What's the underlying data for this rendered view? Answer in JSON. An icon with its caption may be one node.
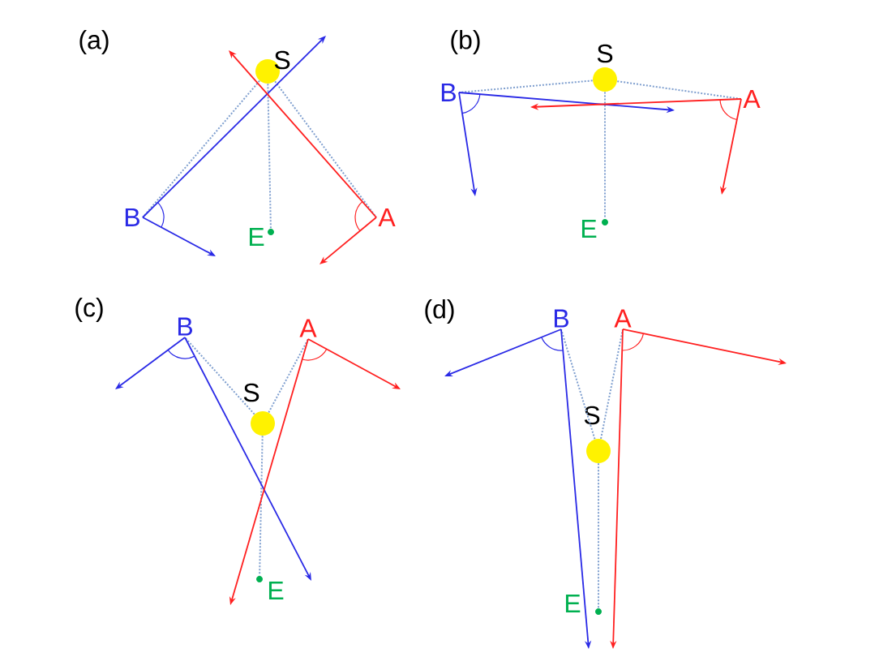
{
  "diagram": {
    "nodes": [
      {
        "text": [],
        "shape": "circle",
        "beside": [
          "S"
        ]
      },
      {
        "text": [
          "B"
        ]
      },
      {
        "text": [
          "A"
        ]
      },
      {
        "text": [],
        "shape": "circle",
        "beside": [
          "E"
        ]
      },
      {
        "text": [],
        "shape": "circle",
        "beside": [
          "S"
        ]
      },
      {
        "text": [
          "B"
        ]
      },
      {
        "text": [
          "A"
        ]
      },
      {
        "text": [],
        "shape": "circle",
        "beside": [
          "E"
        ]
      },
      {
        "text": [],
        "shape": "circle",
        "beside": [
          "S"
        ]
      },
      {
        "text": [
          "B"
        ]
      },
      {
        "text": [
          "A"
        ]
      },
      {
        "text": [],
        "shape": "circle",
        "beside": [
          "E"
        ]
      },
      {
        "text": [],
        "shape": "circle",
        "beside": [
          "S"
        ]
      },
      {
        "text": [
          "B"
        ]
      },
      {
        "text": [
          "A"
        ]
      },
      {
        "text": [],
        "shape": "circle",
        "beside": [
          "E"
        ]
      }
    ],
    "edges": [
      {
        "from": 0,
        "to": 1,
        "arrow": "none",
        "style": "dashed",
        "color": "#7f9fcf"
      },
      {
        "from": 0,
        "to": 2,
        "arrow": "none",
        "style": "dashed",
        "color": "#7f9fcf"
      },
      {
        "from": 0,
        "to": 3,
        "arrow": "none",
        "style": "dashed",
        "color": "#7f9fcf"
      },
      {
        "from": 1,
        "to": null,
        "arrow": "to",
        "color": "#2a2ae6"
      },
      {
        "from": 1,
        "to": null,
        "arrow": "to",
        "color": "#2a2ae6"
      },
      {
        "from": 2,
        "to": null,
        "arrow": "to",
        "color": "#ff2020"
      },
      {
        "from": 2,
        "to": null,
        "arrow": "to",
        "color": "#ff2020"
      },
      {
        "from": 4,
        "to": 5,
        "arrow": "none",
        "style": "dashed",
        "color": "#7f9fcf"
      },
      {
        "from": 4,
        "to": 6,
        "arrow": "none",
        "style": "dashed",
        "color": "#7f9fcf"
      },
      {
        "from": 4,
        "to": 7,
        "arrow": "none",
        "style": "dashed",
        "color": "#7f9fcf"
      },
      {
        "from": 5,
        "to": null,
        "arrow": "to",
        "color": "#2a2ae6"
      },
      {
        "from": 5,
        "to": null,
        "arrow": "to",
        "color": "#2a2ae6"
      },
      {
        "from": 6,
        "to": null,
        "arrow": "to",
        "color": "#ff2020"
      },
      {
        "from": 6,
        "to": null,
        "arrow": "to",
        "color": "#ff2020"
      },
      {
        "from": 8,
        "to": 9,
        "arrow": "none",
        "style": "dashed",
        "color": "#7f9fcf"
      },
      {
        "from": 8,
        "to": 10,
        "arrow": "none",
        "style": "dashed",
        "color": "#7f9fcf"
      },
      {
        "from": 8,
        "to": 11,
        "arrow": "none",
        "style": "dashed",
        "color": "#7f9fcf"
      },
      {
        "from": 9,
        "to": null,
        "arrow": "to",
        "color": "#2a2ae6"
      },
      {
        "from": 9,
        "to": null,
        "arrow": "to",
        "color": "#2a2ae6"
      },
      {
        "from": 10,
        "to": null,
        "arrow": "to",
        "color": "#ff2020"
      },
      {
        "from": 10,
        "to": null,
        "arrow": "to",
        "color": "#ff2020"
      },
      {
        "from": 12,
        "to": 13,
        "arrow": "none",
        "style": "dashed",
        "color": "#7f9fcf"
      },
      {
        "from": 12,
        "to": 14,
        "arrow": "none",
        "style": "dashed",
        "color": "#7f9fcf"
      },
      {
        "from": 12,
        "to": 15,
        "arrow": "none",
        "style": "dashed",
        "color": "#7f9fcf"
      },
      {
        "from": 13,
        "to": null,
        "arrow": "to",
        "color": "#2a2ae6"
      },
      {
        "from": 13,
        "to": null,
        "arrow": "to",
        "color": "#2a2ae6"
      },
      {
        "from": 14,
        "to": null,
        "arrow": "to",
        "color": "#ff2020"
      },
      {
        "from": 14,
        "to": null,
        "arrow": "to",
        "color": "#ff2020"
      }
    ],
    "labels": [
      "(a)",
      "(b)",
      "(c)",
      "(d)"
    ]
  }
}
